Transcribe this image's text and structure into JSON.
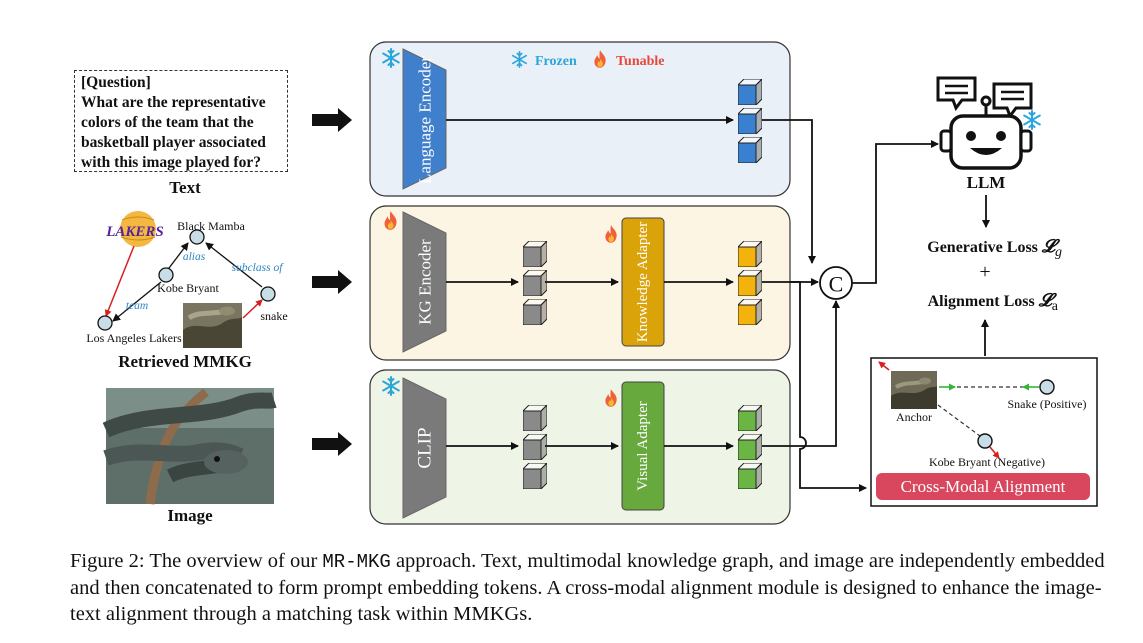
{
  "legend": {
    "frozen": "Frozen",
    "tunable": "Tunable"
  },
  "input_text": {
    "question_tag": "[Question]",
    "question": "What are the representative colors of the team that the basketball player associated with this image played for?",
    "caption": "Text"
  },
  "kg": {
    "logo_text": "LAKERS",
    "nodes": {
      "black_mamba": "Black Mamba",
      "kobe": "Kobe Bryant",
      "snake": "snake",
      "lakers": "Los Angeles Lakers"
    },
    "edges": {
      "alias": "alias",
      "subclass": "subclass of",
      "team": "team"
    },
    "caption": "Retrieved MMKG"
  },
  "image_caption": "Image",
  "encoders": {
    "language": "Language Encoder",
    "kg": "KG Encoder",
    "clip": "CLIP",
    "knowledge_adapter": "Knowledge Adapter",
    "visual_adapter": "Visual Adapter"
  },
  "concat_symbol": "C",
  "llm_label": "LLM",
  "losses": {
    "generative": "Generative Loss",
    "generative_sym": "𝓛",
    "generative_sub": "g",
    "plus": "+",
    "alignment": "Alignment Loss",
    "alignment_sym": "𝓛",
    "alignment_sub": "a"
  },
  "alignment_panel": {
    "anchor": "Anchor",
    "positive": "Snake (Positive)",
    "negative": "Kobe Bryant (Negative)",
    "title": "Cross-Modal Alignment"
  },
  "caption": {
    "prefix": "Figure 2: The overview of our ",
    "method": "MR-MKG",
    "rest": " approach. Text, multimodal knowledge graph, and image are independently embedded and then concatenated to form prompt embedding tokens. A cross-modal alignment module is designed to enhance the image-text alignment through a matching task within MMKGs."
  },
  "colors": {
    "text_panel": "#e9f0f8",
    "kg_panel": "#fdf5e4",
    "img_panel": "#eef4e6",
    "language_encoder": "#3f7fcb",
    "encoder_gray": "#7a7a7a",
    "knowledge_adapter": "#dba30a",
    "visual_adapter": "#68a93e",
    "cube_blue": "#3a80d0",
    "cube_gray": "#8a8a8a",
    "cube_gold": "#f4b30c",
    "cube_green": "#6ab544",
    "alignment_button": "#d8475d",
    "frozen_text": "#2aa6d9",
    "tunable_text": "#e8473a"
  }
}
